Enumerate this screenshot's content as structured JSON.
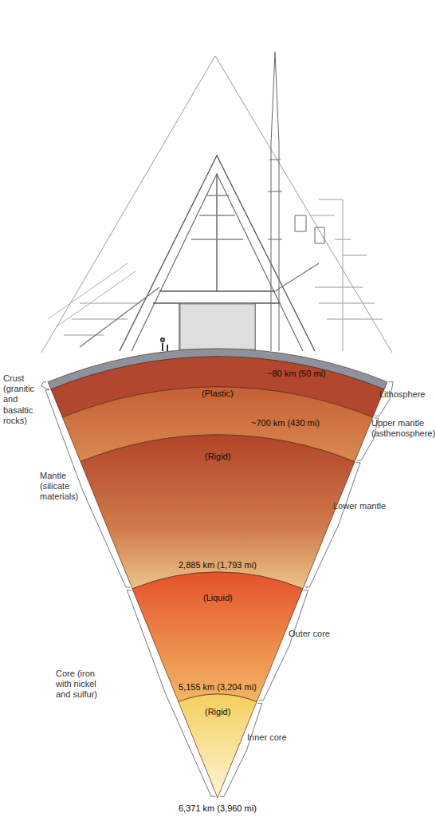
{
  "diagram": {
    "labels": [
      "Crust (granitic and basaltic rocks)",
      "Mantle (silicate materials)",
      "Core (iron with nickel and sulfur)",
      "Lithosphere",
      "Upper mantle (asthenosphere)",
      "Lower mantle",
      "Outer core",
      "Inner core",
      "~80 km (50 mi)",
      "(Plastic)",
      "~700 km (430 mi)",
      "(Rigid)",
      "2,885 km (1,793 mi)",
      "(Liquid)",
      "5,155 km (3,204 mi)",
      "(Rigid)",
      "6,371 km (3,960 mi)"
    ]
  }
}
